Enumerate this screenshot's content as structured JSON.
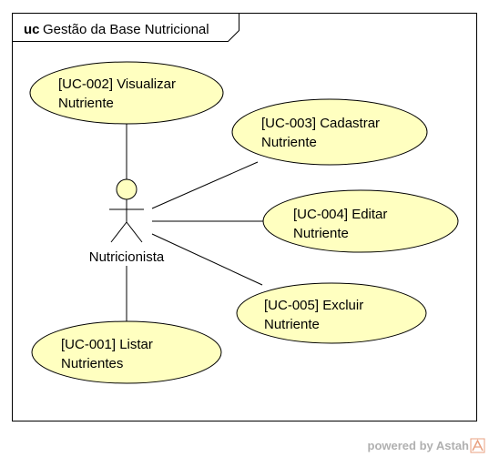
{
  "frame": {
    "keyword": "uc",
    "title": "Gestão da Base Nutricional"
  },
  "actor": {
    "name": "Nutricionista"
  },
  "use_cases": [
    {
      "id": "uc-002",
      "line1": "[UC-002] Visualizar",
      "line2": "Nutriente"
    },
    {
      "id": "uc-003",
      "line1": "[UC-003] Cadastrar",
      "line2": "Nutriente"
    },
    {
      "id": "uc-004",
      "line1": "[UC-004] Editar",
      "line2": "Nutriente"
    },
    {
      "id": "uc-005",
      "line1": "[UC-005] Excluir",
      "line2": "Nutriente"
    },
    {
      "id": "uc-001",
      "line1": "[UC-001] Listar",
      "line2": "Nutrientes"
    }
  ],
  "watermark": {
    "text": "powered by Astah"
  },
  "colors": {
    "usecase_fill": "#ffffc0",
    "actor_fill": "#ffffc0",
    "watermark_icon": "#e8a080"
  }
}
